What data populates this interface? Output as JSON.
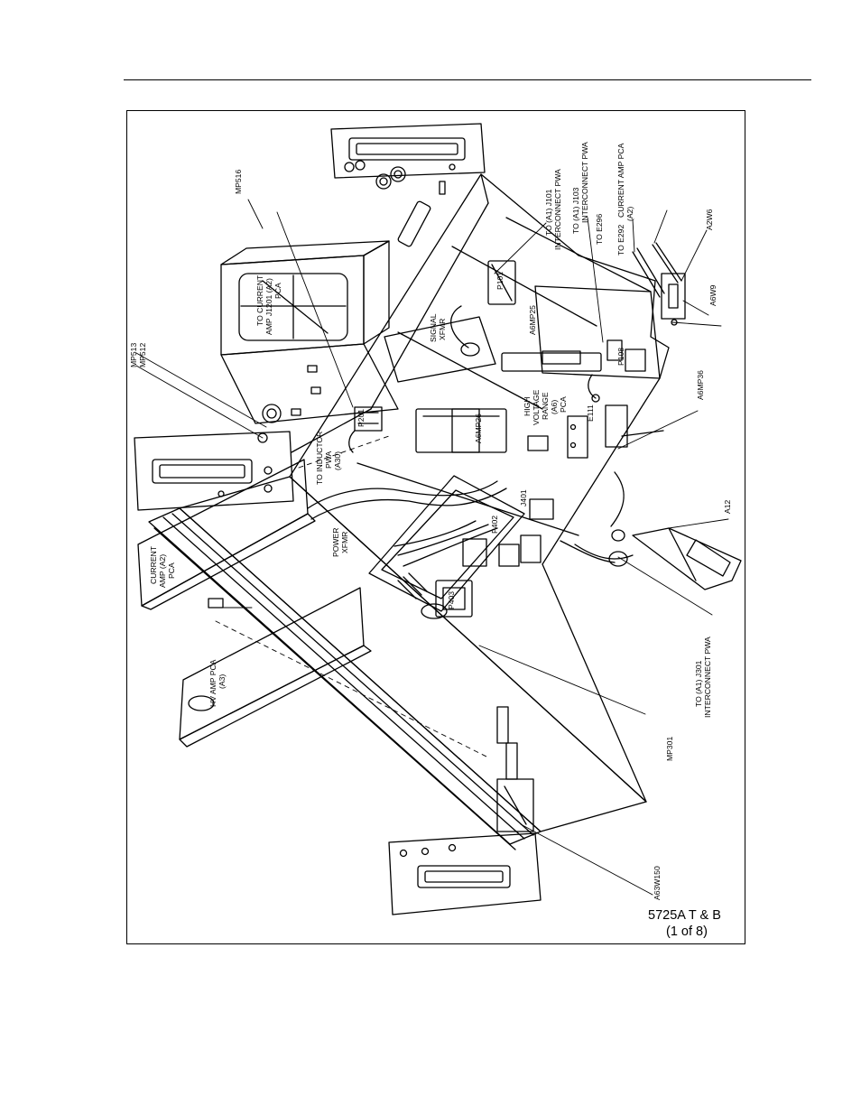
{
  "figure": {
    "id_line1": "5725A T & B",
    "id_line2": "(1 of 8)"
  },
  "labels": {
    "mp516": "MP516",
    "mp513": "MP513",
    "mp512": "MP512",
    "to_current_amp_j1201_1": "TO CURRENT",
    "to_current_amp_j1201_2": "AMP J1201 (A2)",
    "to_current_amp_j1201_3": "PCA",
    "to_a1_j101_1": "TO (A1) J101",
    "to_a1_j101_2": "INTERCONNECT PWA",
    "to_a1_j103_1": "TO (A1) J103",
    "to_a1_j103_2": "INTERCONNECT PWA",
    "to_e296": "TO E296",
    "to_e292": "TO E292",
    "current_amp_pca_1": "CURRENT AMP PCA",
    "current_amp_pca_2": "(A2)",
    "a2w6": "A2W6",
    "a6w9": "A6W9",
    "a6mp36": "A6MP36",
    "a12": "A12",
    "a6mp25": "A6MP25",
    "signal_xfmr_1": "SIGNAL",
    "signal_xfmr_2": "XFMR",
    "p101": "P101",
    "p108": "P108",
    "e111": "E111",
    "hv_range_1": "HIGH",
    "hv_range_2": "VOLTAGE",
    "hv_range_3": "RANGE",
    "hv_range_4": "(A6)",
    "hv_range_5": "PCA",
    "a6mp26": "A6MP26",
    "p201": "P201",
    "to_inductor_1": "TO INDUCTOR",
    "to_inductor_2": "PWA",
    "to_inductor_3": "(A30)",
    "power_xfmr_1": "POWER",
    "power_xfmr_2": "XFMR",
    "j401": "J401",
    "p402": "P402",
    "p403": "P403",
    "current_amp_left_1": "CURRENT",
    "current_amp_left_2": "AMP (A2)",
    "current_amp_left_3": "PCA",
    "hv_amp_pca_1": "HV AMP PCA",
    "hv_amp_pca_2": "(A3)",
    "to_a1_j301_1": "TO (A1) J301",
    "to_a1_j301_2": "INTERCONNECT PWA",
    "mp301": "MP301",
    "a63w150": "A63W150"
  },
  "colors": {
    "ink": "#000000",
    "paper": "#ffffff"
  }
}
